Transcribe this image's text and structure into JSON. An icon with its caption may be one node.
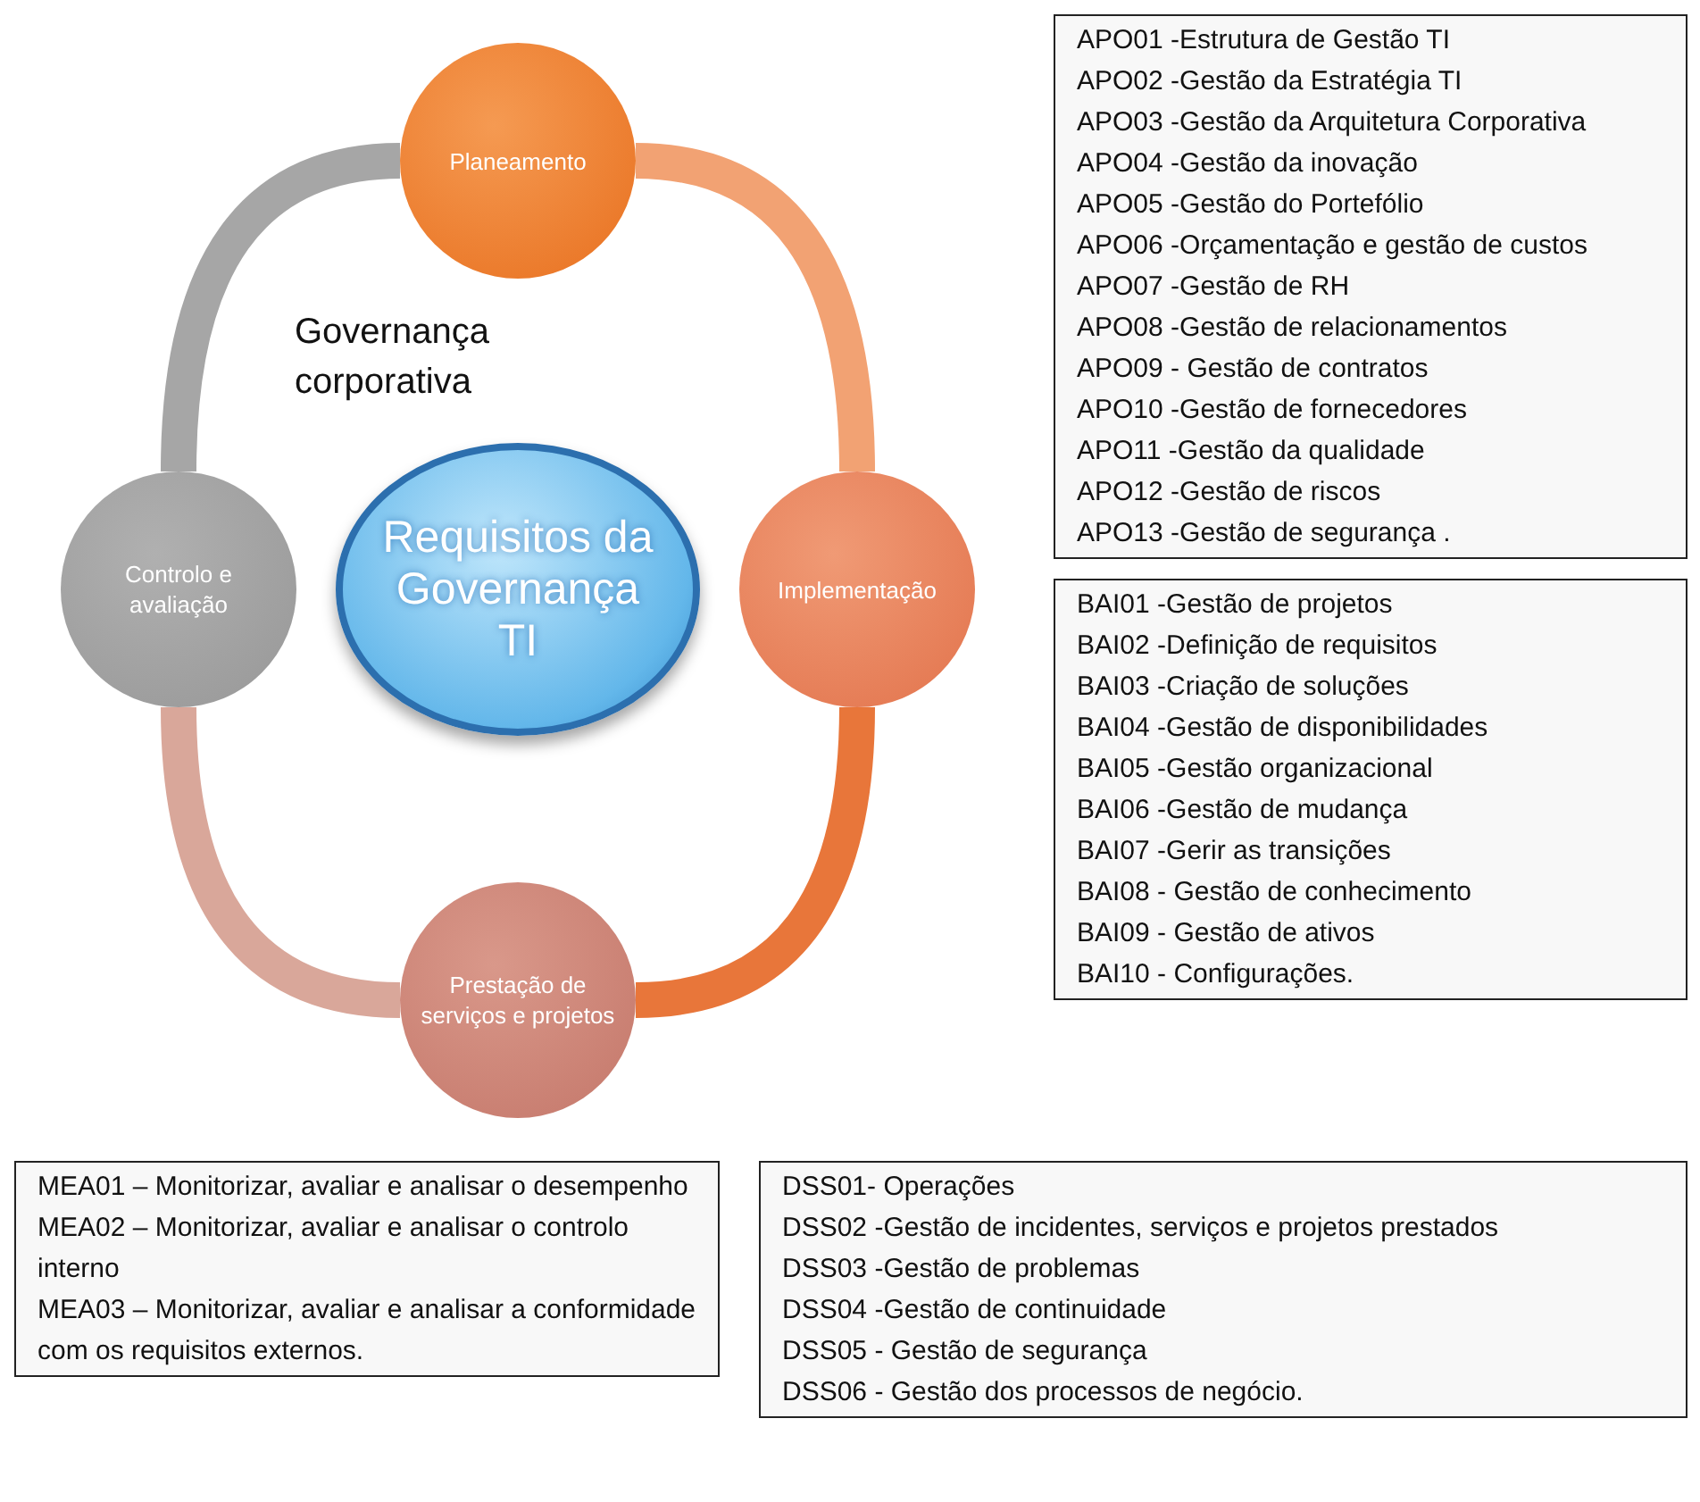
{
  "diagram": {
    "nodes": [
      {
        "text": [
          "Planeamento"
        ]
      },
      {
        "text": [
          "APO01 -Estrutura de Gestão TI",
          "APO02 -Gestão da Estratégia TI",
          "APO03 -Gestão da Arquitetura Corporativa",
          "APO04 -Gestão da inovação",
          "APO05 -Gestão do Portefólio",
          "APO06 -Orçamentação e gestão de custos",
          "APO07 -Gestão de RH",
          "APO08 -Gestão de relacionamentos",
          "APO09 - Gestão de contratos",
          "APO10 -Gestão de fornecedores",
          "APO11 -Gestão da qualidade",
          "APO12 -Gestão de riscos",
          "APO13 -Gestão de segurança ."
        ]
      },
      {
        "text": [
          "Requisitos da Governança TI"
        ]
      },
      {
        "text": [
          "Controlo e avaliação"
        ]
      },
      {
        "text": [
          "Implementação"
        ]
      },
      {
        "text": [
          "MEA01 – Monitorizar, avaliar e analisar o desempenho",
          "MEA02 – Monitorizar, avaliar e analisar o controlo interno",
          "MEA03 – Monitorizar, avaliar e analisar a conformidade com os requisitos externos."
        ]
      },
      {
        "text": [
          "BAI01 -Gestão de projetos",
          "BAI02 -Definição de requisitos",
          "BAI03 -Criação de soluções",
          "BAI04 -Gestão de disponibilidades",
          "BAI05 -Gestão organizacional",
          "BAI06 -Gestão de mudança",
          "BAI07 -Gerir as transições",
          "BAI08 - Gestão de conhecimento",
          "BAI09 - Gestão de ativos",
          "BAI10 - Configurações."
        ]
      },
      {
        "text": [
          "Prestação de serviços e projetos"
        ]
      },
      {
        "text": [
          "DSS01- Operações",
          "DSS02 -Gestão de incidentes, serviços e projetos prestados",
          "DSS03 -Gestão de problemas",
          "DSS04 -Gestão de continuidade",
          "DSS05 - Gestão de segurança",
          "DSS06 - Gestão dos processos de negócio."
        ]
      }
    ],
    "edges": [
      {
        "from": 0,
        "to": 4,
        "arrow": "none",
        "color": "#f2a273"
      },
      {
        "from": 4,
        "to": 7,
        "arrow": "none",
        "color": "#e8763a"
      },
      {
        "from": 7,
        "to": 3,
        "arrow": "none",
        "color": "#d9a79a"
      },
      {
        "from": 3,
        "to": 0,
        "arrow": "none",
        "color": "#a6a6a6"
      }
    ],
    "labels": [
      "Governança corporativa"
    ]
  }
}
